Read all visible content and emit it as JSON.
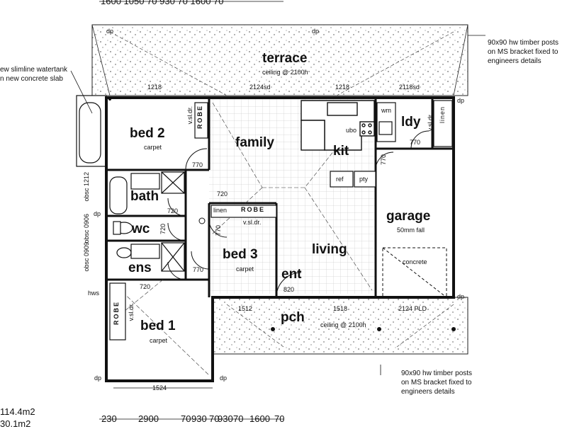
{
  "rooms": {
    "terrace": "terrace",
    "terrace_ceiling": "ceiling @ 2100h",
    "bed2": "bed 2",
    "bed2_floor": "carpet",
    "family": "family",
    "kit": "kit",
    "ldy": "ldy",
    "bath": "bath",
    "wc": "wc",
    "ens": "ens",
    "bed3": "bed 3",
    "bed3_floor": "carpet",
    "living": "living",
    "ent": "ent",
    "garage": "garage",
    "garage_fall": "50mm fall",
    "garage_floor": "concrete",
    "bed1": "bed 1",
    "bed1_floor": "carpet",
    "pch": "pch",
    "pch_ceiling": "ceiling @ 2100h"
  },
  "fixtures": {
    "robe": "ROBE",
    "linen": "linen",
    "vsldr": "v.sl.dr.",
    "ubo": "ubo",
    "ref": "ref",
    "pty": "pty",
    "wm": "wm",
    "hws": "hws",
    "dp": "dp"
  },
  "dimensions": {
    "top_1218a": "1218",
    "top_2124sd": "2124sd",
    "top_1218b": "1218",
    "top_2118sd": "2118sd",
    "door_770": "770",
    "door_720": "720",
    "door_820": "820",
    "obsc_1212": "obsc 1212",
    "obsc_0906": "obsc 0906",
    "obsc_0909": "obsc 0909",
    "bot_1512": "1512",
    "bot_1518": "1518",
    "bot_2124pld": "2124 PLD",
    "bot_1524": "1524",
    "top_edge": "1600   1050          70  930  70    1600   70",
    "bottom_230": "230",
    "bottom_2900": "2900",
    "bottom_70a": "70",
    "bottom_930a": "930",
    "bottom_70b": "70",
    "bottom_930b": "930",
    "bottom_70c": "70",
    "bottom_1600": "1600",
    "bottom_70d": "70"
  },
  "notes": {
    "watertank_1": "ew slimline watertank",
    "watertank_2": "n new concrete slab",
    "posts_top_1": "90x90 hw timber posts",
    "posts_top_2": "on MS bracket fixed to",
    "posts_top_3": "engineers details",
    "posts_bot_1": "90x90 hw timber posts",
    "posts_bot_2": "on MS bracket fixed to",
    "posts_bot_3": "engineers details"
  },
  "areas": {
    "area1": "114.4m2",
    "area2": "30.1m2"
  }
}
